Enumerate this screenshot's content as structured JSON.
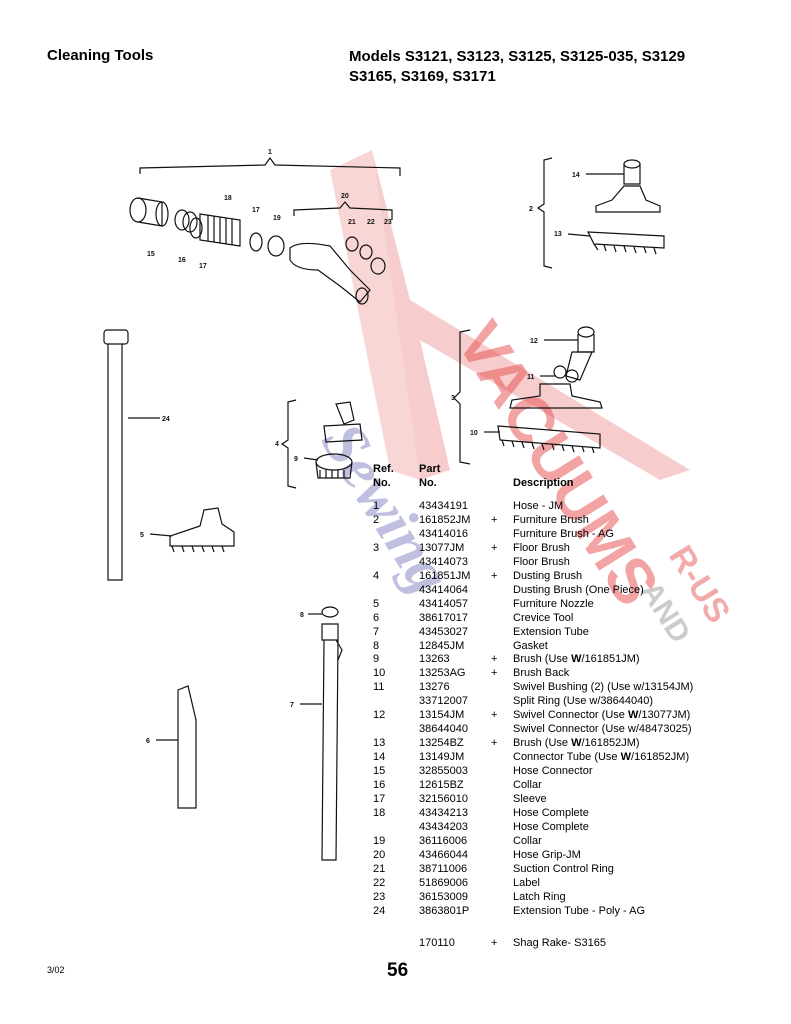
{
  "header": {
    "section": "Cleaning Tools",
    "models_line1": "Models S3121, S3123, S3125, S3125-035, S3129",
    "models_line2": "S3165, S3169, S3171"
  },
  "watermark": {
    "text1": "VACUUMS",
    "text2": "Sewing",
    "text3": "R-US",
    "text4": "AND",
    "color1": "#e85858",
    "color2": "#4a4aa8"
  },
  "callouts": {
    "c1": "1",
    "c2": "2",
    "c3": "3",
    "c4": "4",
    "c5": "5",
    "c6": "6",
    "c7": "7",
    "c8": "8",
    "c9": "9",
    "c10": "10",
    "c11": "11",
    "c12": "12",
    "c13": "13",
    "c14": "14",
    "c15": "15",
    "c16": "16",
    "c17a": "17",
    "c17b": "17",
    "c18": "18",
    "c19": "19",
    "c20": "20",
    "c21": "21",
    "c22": "22",
    "c23": "23",
    "c24": "24"
  },
  "table": {
    "h_ref_1": "Ref.",
    "h_ref_2": "No.",
    "h_part_1": "Part",
    "h_part_2": "No.",
    "h_desc": "Description",
    "rows": [
      {
        "ref": "1",
        "part": "43434191",
        "plus": "",
        "desc": "Hose - JM"
      },
      {
        "ref": "2",
        "part": "161852JM",
        "plus": "+",
        "desc": "Furniture Brush"
      },
      {
        "ref": "",
        "part": "43414016",
        "plus": "",
        "desc": "Furniture Brush - AG"
      },
      {
        "ref": "3",
        "part": "13077JM",
        "plus": "+",
        "desc": "Floor Brush"
      },
      {
        "ref": "",
        "part": "43414073",
        "plus": "",
        "desc": "Floor Brush"
      },
      {
        "ref": "4",
        "part": "161851JM",
        "plus": "+",
        "desc": "Dusting Brush"
      },
      {
        "ref": "",
        "part": "43414064",
        "plus": "",
        "desc": "Dusting Brush (One Piece)"
      },
      {
        "ref": "5",
        "part": "43414057",
        "plus": "",
        "desc": "Furniture Nozzle"
      },
      {
        "ref": "6",
        "part": "38617017",
        "plus": "",
        "desc": "Crevice Tool"
      },
      {
        "ref": "7",
        "part": "43453027",
        "plus": "",
        "desc": "Extension Tube"
      },
      {
        "ref": "8",
        "part": "12845JM",
        "plus": "",
        "desc": "Gasket"
      },
      {
        "ref": "9",
        "part": "13263",
        "plus": "+",
        "desc_pre": "Brush (Use ",
        "desc_bold": "W",
        "desc_post": "/161851JM)"
      },
      {
        "ref": "10",
        "part": "13253AG",
        "plus": "+",
        "desc": "Brush Back"
      },
      {
        "ref": "11",
        "part": "13276",
        "plus": "",
        "desc": "Swivel Bushing (2) (Use w/13154JM)"
      },
      {
        "ref": "",
        "part": "33712007",
        "plus": "",
        "desc": "Split Ring (Use w/38644040)"
      },
      {
        "ref": "12",
        "part": "13154JM",
        "plus": "+",
        "desc_pre": "Swivel Connector (Use ",
        "desc_bold": "W",
        "desc_post": "/13077JM)"
      },
      {
        "ref": "",
        "part": "38644040",
        "plus": "",
        "desc": "Swivel Connector (Use w/48473025)"
      },
      {
        "ref": "13",
        "part": "13254BZ",
        "plus": "+",
        "desc_pre": "Brush (Use ",
        "desc_bold": "W",
        "desc_post": "/161852JM)"
      },
      {
        "ref": "14",
        "part": "13149JM",
        "plus": "",
        "desc_pre": "Connector Tube (Use ",
        "desc_bold": "W",
        "desc_post": "/161852JM)"
      },
      {
        "ref": "15",
        "part": "32855003",
        "plus": "",
        "desc": "Hose Connector"
      },
      {
        "ref": "16",
        "part": "12615BZ",
        "plus": "",
        "desc": "Collar"
      },
      {
        "ref": "17",
        "part": "32156010",
        "plus": "",
        "desc": "Sleeve"
      },
      {
        "ref": "18",
        "part": "43434213",
        "plus": "",
        "desc": "Hose Complete"
      },
      {
        "ref": "",
        "part": "43434203",
        "plus": "",
        "desc": "Hose Complete"
      },
      {
        "ref": "19",
        "part": "36116006",
        "plus": "",
        "desc": "Collar"
      },
      {
        "ref": "20",
        "part": "43466044",
        "plus": "",
        "desc": "Hose Grip-JM"
      },
      {
        "ref": "21",
        "part": "38711006",
        "plus": "",
        "desc": "Suction Control Ring"
      },
      {
        "ref": "22",
        "part": "51869006",
        "plus": "",
        "desc": "Label"
      },
      {
        "ref": "23",
        "part": "36153009",
        "plus": "",
        "desc": "Latch Ring"
      },
      {
        "ref": "24",
        "part": "3863801P",
        "plus": "",
        "desc": "Extension Tube - Poly - AG"
      }
    ],
    "extra": {
      "ref": "",
      "part": "170110",
      "plus": "+",
      "desc": "Shag Rake- S3165"
    }
  },
  "footer": {
    "date": "3/02",
    "page": "56"
  }
}
